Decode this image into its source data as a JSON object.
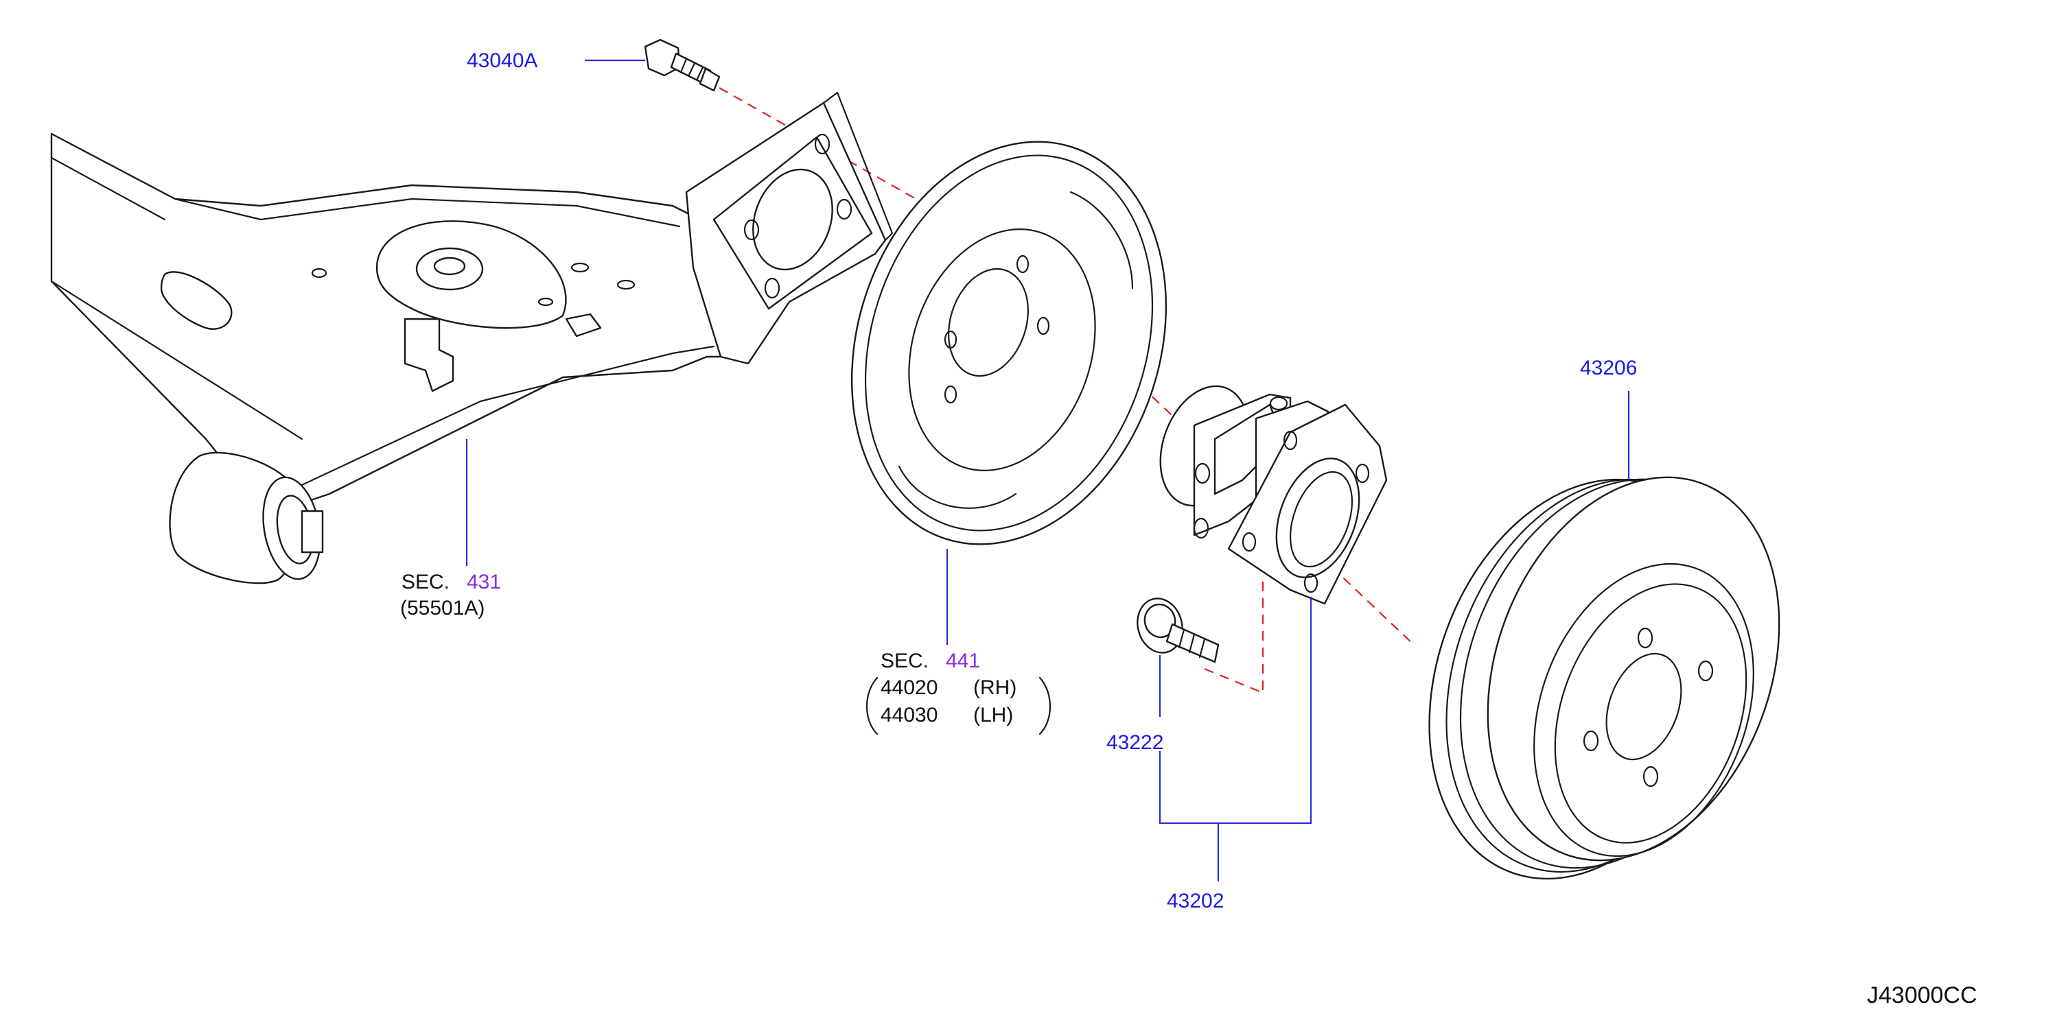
{
  "diagram_id": "J43000CC",
  "colors": {
    "part_number": "#1a1ae6",
    "section_number": "#8a2be2",
    "section_text": "#111111",
    "centerline": "#e02020",
    "drawing": "#1a1a1a"
  },
  "labels": {
    "bolt": "43040A",
    "drum": "43206",
    "hub_bolt": "43222",
    "hub_assembly": "43202",
    "axle_sec_prefix": "SEC.",
    "axle_sec_num": "431",
    "axle_sub": "(55501A)",
    "brake_sec_prefix": "SEC.",
    "brake_sec_num": "441",
    "brake_rh_part": "44020",
    "brake_rh_side": "(RH)",
    "brake_lh_part": "44030",
    "brake_lh_side": "(LH)"
  }
}
